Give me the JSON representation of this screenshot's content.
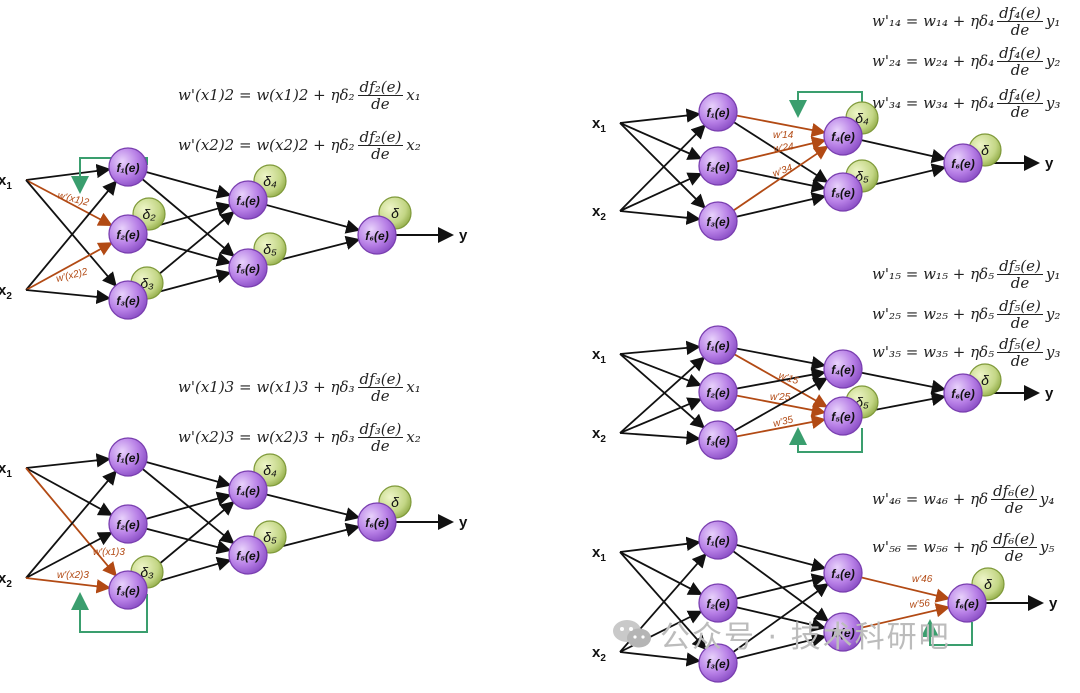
{
  "inputs": {
    "x1": "x",
    "x1_sub": "1",
    "x2": "x",
    "x2_sub": "2",
    "y": "y"
  },
  "nodes": {
    "f1": "f₁(e)",
    "f2": "f₂(e)",
    "f3": "f₃(e)",
    "f4": "f₄(e)",
    "f5": "f₅(e)",
    "f6": "f₆(e)"
  },
  "deltas": {
    "d2": "δ₂",
    "d3": "δ₃",
    "d4": "δ₄",
    "d5": "δ₅",
    "d": "δ"
  },
  "weight_labels": {
    "w_x1_2": "w'(x1)2",
    "w_x2_2": "w'(x2)2",
    "w_x1_3": "w'(x1)3",
    "w_x2_3": "w'(x2)3",
    "w14": "w'14",
    "w24": "w'24",
    "w34": "w'34",
    "w15": "w'15",
    "w25": "w'25",
    "w35": "w'35",
    "w46": "w'46",
    "w56": "w'56"
  },
  "formulas": {
    "f_x1_2": {
      "lhs": "w'(x1)2 = w(x1)2 + ηδ₂",
      "num": "df₂(e)",
      "den": "de",
      "tail": "x₁"
    },
    "f_x2_2": {
      "lhs": "w'(x2)2 = w(x2)2 + ηδ₂",
      "num": "df₂(e)",
      "den": "de",
      "tail": "x₂"
    },
    "f_x1_3": {
      "lhs": "w'(x1)3 = w(x1)3 + ηδ₃",
      "num": "df₃(e)",
      "den": "de",
      "tail": "x₁"
    },
    "f_x2_3": {
      "lhs": "w'(x2)3 = w(x2)3 + ηδ₃",
      "num": "df₃(e)",
      "den": "de",
      "tail": "x₂"
    },
    "f14": {
      "lhs": "w'₁₄ = w₁₄ + ηδ₄",
      "num": "df₄(e)",
      "den": "de",
      "tail": "y₁"
    },
    "f24": {
      "lhs": "w'₂₄ = w₂₄ + ηδ₄",
      "num": "df₄(e)",
      "den": "de",
      "tail": "y₂"
    },
    "f34": {
      "lhs": "w'₃₄ = w₃₄ + ηδ₄",
      "num": "df₄(e)",
      "den": "de",
      "tail": "y₃"
    },
    "f15": {
      "lhs": "w'₁₅ = w₁₅ + ηδ₅",
      "num": "df₅(e)",
      "den": "de",
      "tail": "y₁"
    },
    "f25": {
      "lhs": "w'₂₅ = w₂₅ + ηδ₅",
      "num": "df₅(e)",
      "den": "de",
      "tail": "y₂"
    },
    "f35": {
      "lhs": "w'₃₅ = w₃₅ + ηδ₅",
      "num": "df₅(e)",
      "den": "de",
      "tail": "y₃"
    },
    "f46": {
      "lhs": "w'₄₆ = w₄₆ + ηδ",
      "num": "df₆(e)",
      "den": "de",
      "tail": "y₄"
    },
    "f56": {
      "lhs": "w'₅₆ = w₅₆ + ηδ",
      "num": "df₆(e)",
      "den": "de",
      "tail": "y₅"
    }
  },
  "watermark": "公众号 · 技术科研吧",
  "colors": {
    "node_fill": "#b77fe6",
    "node_stroke": "#7a3fb0",
    "delta_fill": "#c9dc8a",
    "delta_stroke": "#7f9a3a",
    "edge": "#111111",
    "edge_highlight": "#b24a14",
    "feedback": "#3a9e6e"
  }
}
